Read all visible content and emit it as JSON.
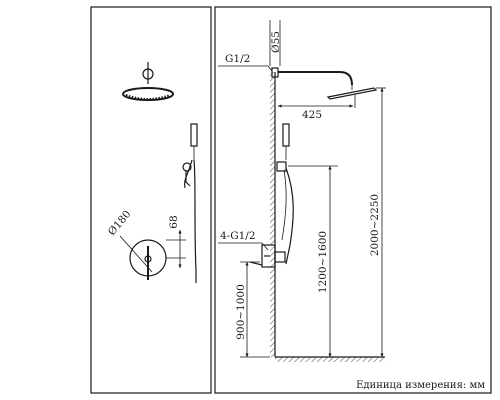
{
  "left_panel": {
    "diameter_label": "Ø180",
    "depth_label": "68"
  },
  "right_panel": {
    "diameter_label": "Ø55",
    "arm_thread_label": "G1/2",
    "arm_length_label": "425",
    "valve_thread_label": "4-G1/2",
    "valve_height_label": "900~1000",
    "holder_height_label": "1200~1600",
    "head_height_label": "2000~2250"
  },
  "footer": {
    "units_note": "Единица измерения: мм"
  }
}
